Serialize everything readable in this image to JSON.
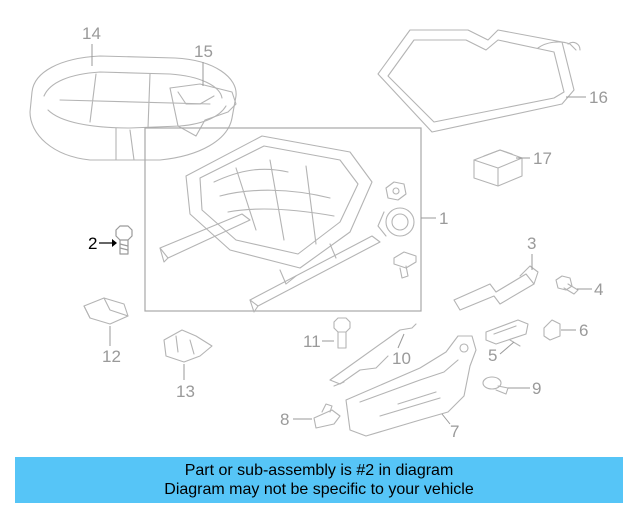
{
  "callouts": [
    "1",
    "2",
    "3",
    "4",
    "5",
    "6",
    "7",
    "8",
    "9",
    "10",
    "11",
    "12",
    "13",
    "14",
    "15",
    "16",
    "17"
  ],
  "highlighted_part": "2",
  "banner": {
    "line1": "Part or sub-assembly is #2 in diagram",
    "line2": "Diagram may not be specific to your vehicle",
    "background_color": "#56c5f7"
  },
  "colors": {
    "line_art": "#b4b4b4",
    "highlight": "#000000"
  }
}
